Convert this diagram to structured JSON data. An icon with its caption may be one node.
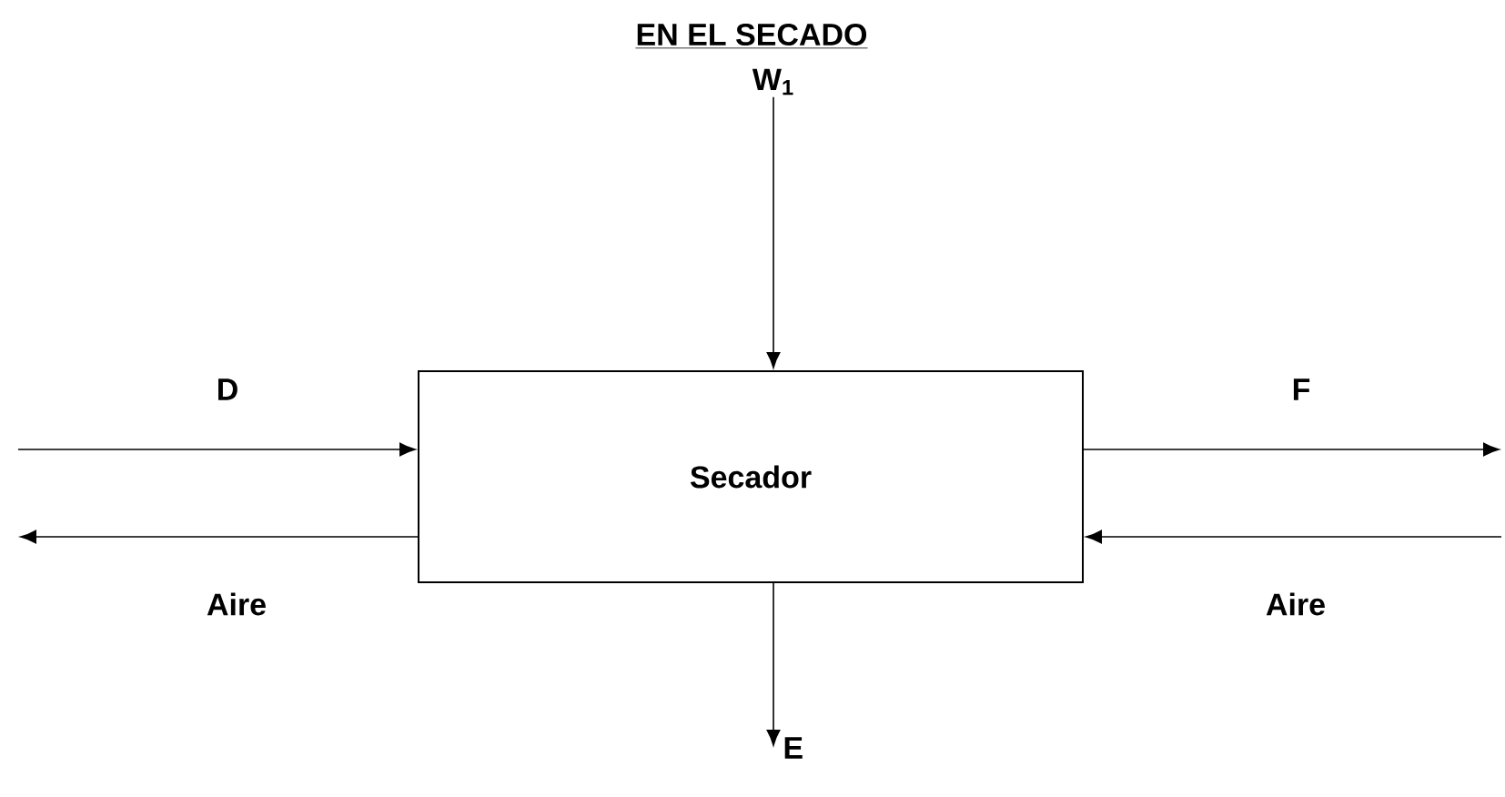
{
  "diagram": {
    "title": "EN EL SECADO",
    "nodes": [
      {
        "text": [
          "Secador"
        ]
      },
      {
        "text": [
          "W$_{1}$"
        ]
      },
      {
        "text": [
          "E"
        ]
      }
    ],
    "edges": [
      {
        "from": 1,
        "to": 0,
        "arrow": "to"
      },
      {
        "from": null,
        "to": 0,
        "arrow": "to",
        "label": "D"
      },
      {
        "from": 0,
        "to": null,
        "arrow": "to",
        "label": "Aire"
      },
      {
        "from": 0,
        "to": null,
        "arrow": "to",
        "label": "F"
      },
      {
        "from": null,
        "to": 0,
        "arrow": "to",
        "label": "Aire"
      },
      {
        "from": 0,
        "to": 2,
        "arrow": "to"
      }
    ]
  }
}
